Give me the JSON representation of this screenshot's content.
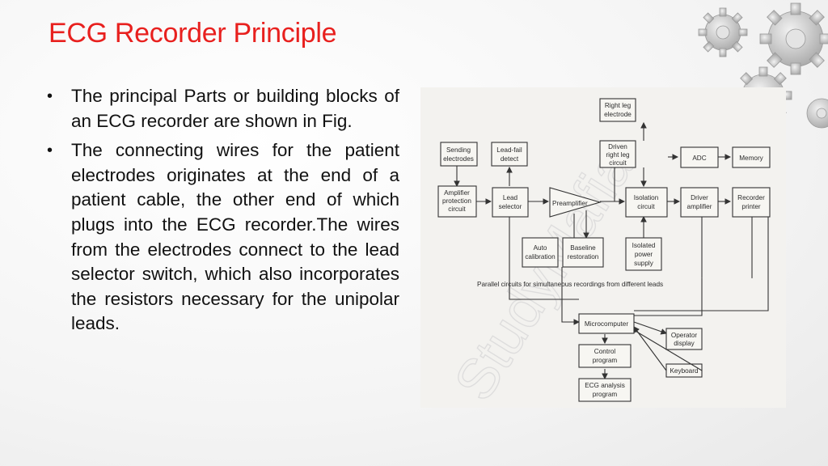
{
  "slide": {
    "title": "ECG Recorder Principle",
    "bullets": [
      "The principal Parts or building blocks of an ECG recorder are shown in Fig.",
      "The connecting wires for the patient electrodes originates at the end of a patient cable, the other end of which plugs into the ECG recorder.The wires from the electrodes connect to the lead selector switch, which also incorporates the resistors necessary for the unipolar leads."
    ],
    "bullet_symbol": "•"
  },
  "figure": {
    "blocks": {
      "right_leg": [
        "Right leg",
        "electrode"
      ],
      "sending": [
        "Sending",
        "electrodes"
      ],
      "lead_fail": [
        "Lead-fail",
        "detect"
      ],
      "driven": [
        "Driven",
        "right leg",
        "circuit"
      ],
      "adc": [
        "ADC"
      ],
      "memory": [
        "Memory"
      ],
      "amp_prot": [
        "Amplifier",
        "protection",
        "circuit"
      ],
      "lead_sel": [
        "Lead",
        "selector"
      ],
      "preamp": [
        "Preamplifier"
      ],
      "isolation": [
        "Isolation",
        "circuit"
      ],
      "driver": [
        "Driver",
        "amplifier"
      ],
      "recorder": [
        "Recorder",
        "printer"
      ],
      "auto_cal": [
        "Auto",
        "calibration"
      ],
      "baseline": [
        "Baseline",
        "restoration"
      ],
      "iso_power": [
        "Isolated",
        "power",
        "supply"
      ],
      "micro": [
        "Microcomputer"
      ],
      "operator": [
        "Operator",
        "display"
      ],
      "control": [
        "Control",
        "program"
      ],
      "keyboard": [
        "Keyboard"
      ],
      "analysis": [
        "ECG analysis",
        "program"
      ]
    },
    "parallel_label": "Parallel circuits for simultaneous recordings from different leads",
    "watermark": "StudyMafia"
  }
}
